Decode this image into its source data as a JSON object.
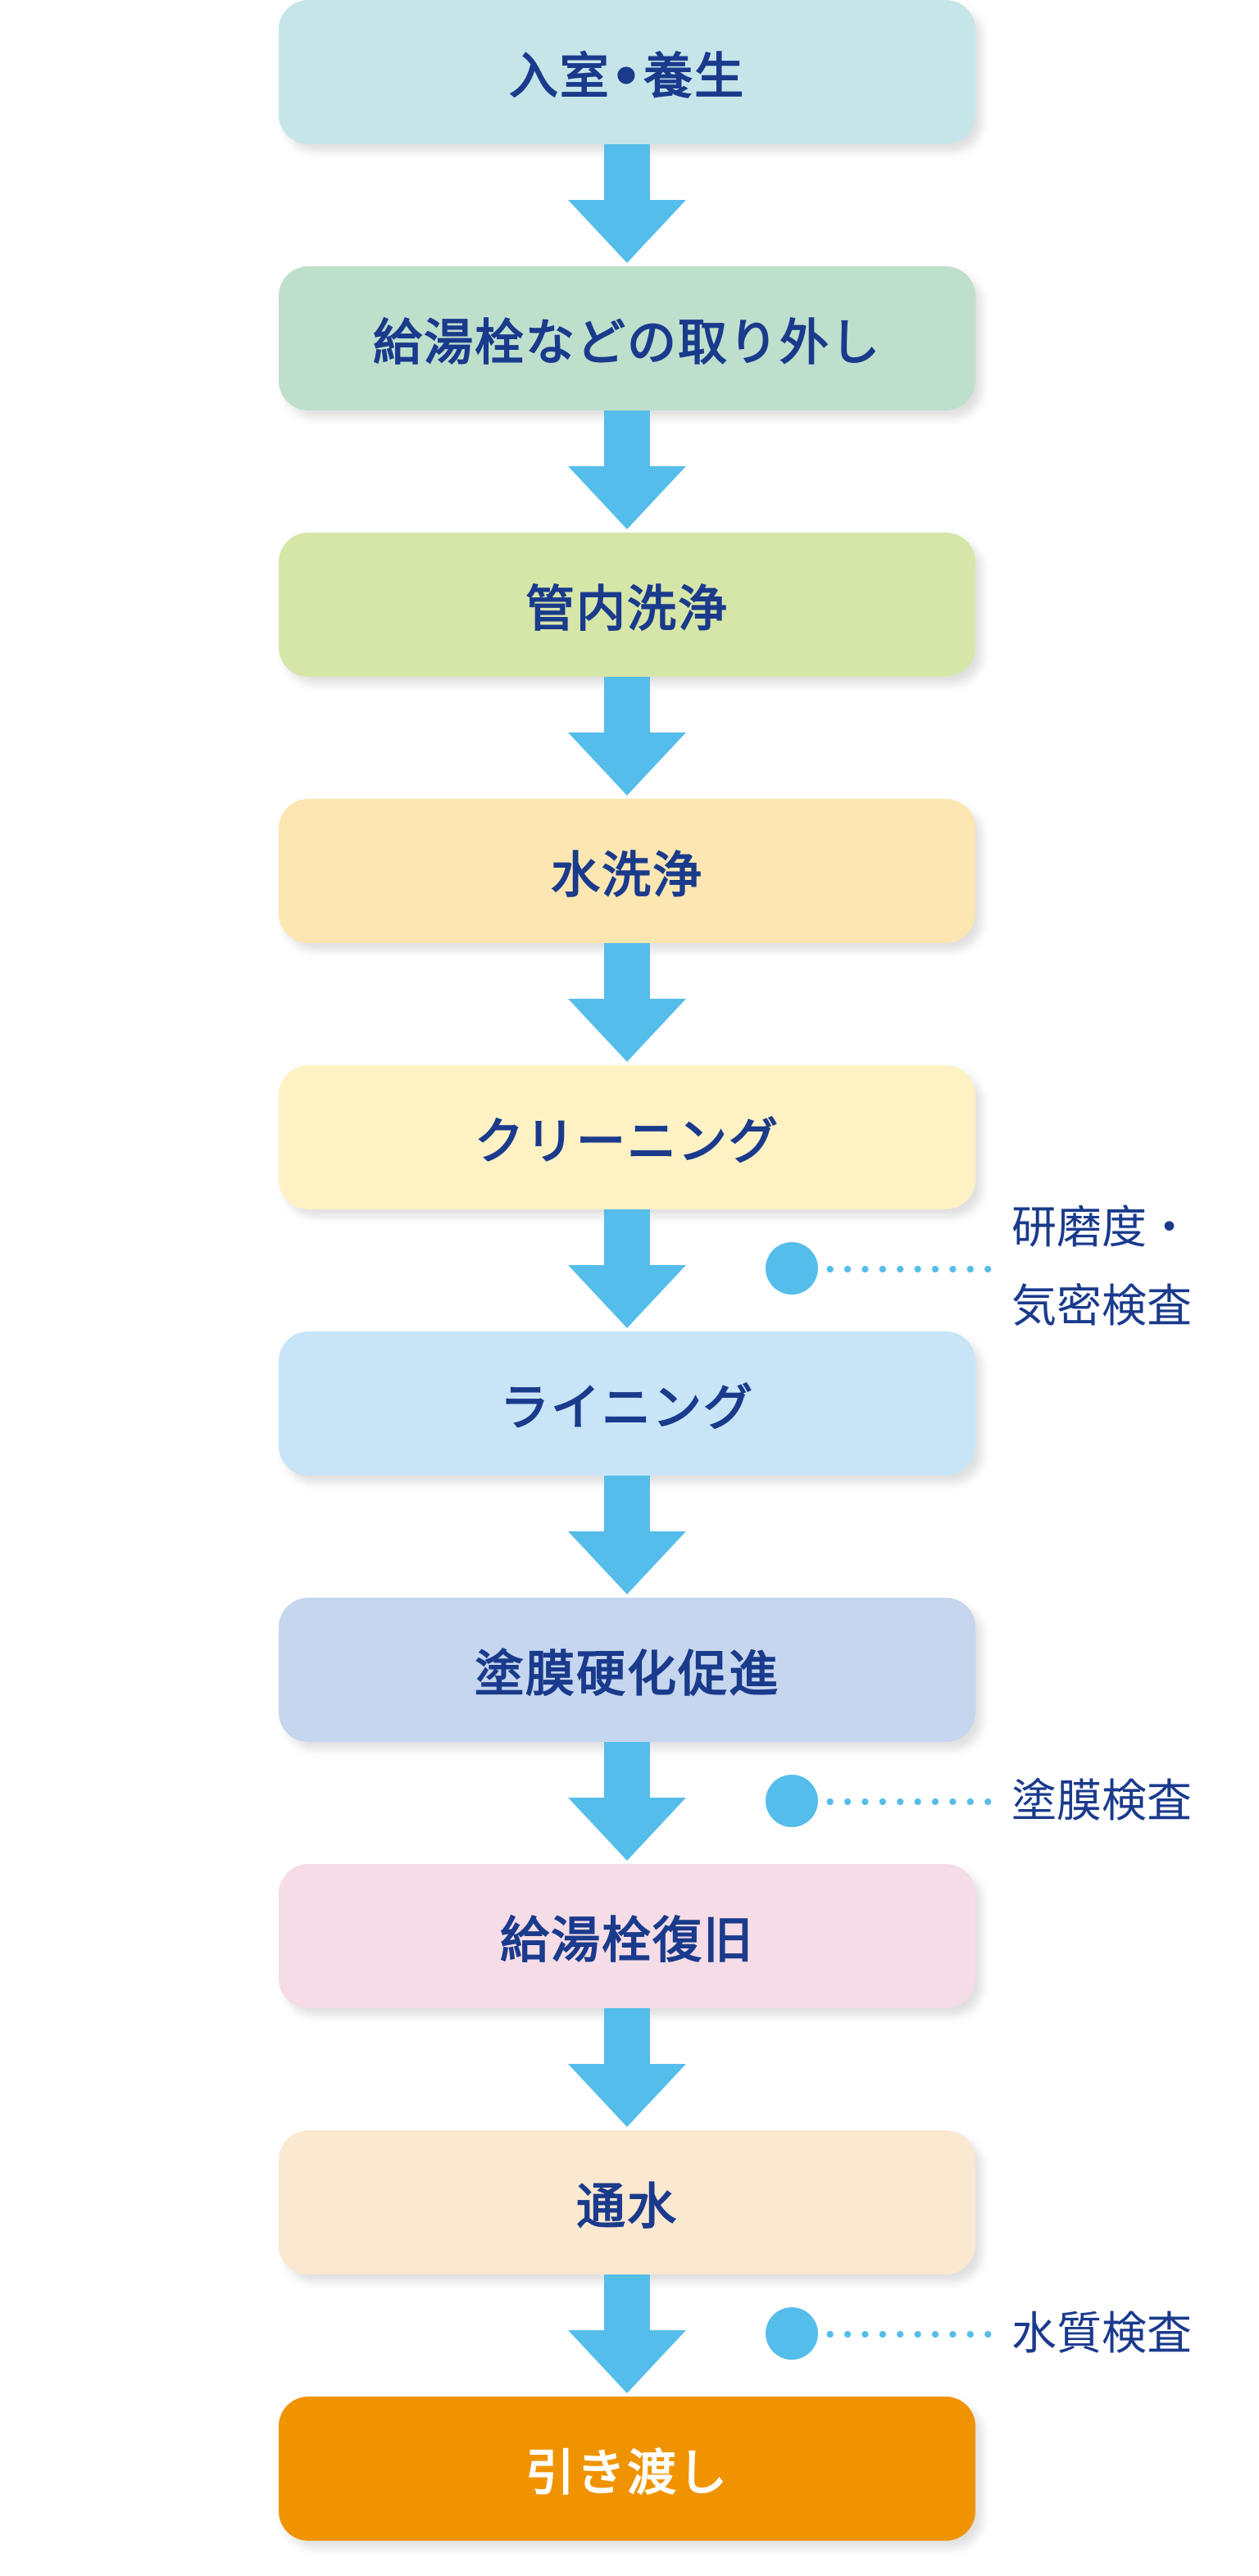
{
  "steps": [
    {
      "label": "入室•養生",
      "color": "#c6e5e9"
    },
    {
      "label": "給湯栓などの取り外し",
      "color": "#bedfcc"
    },
    {
      "label": "管内洗浄",
      "color": "#d6e6a8"
    },
    {
      "label": "水洗浄",
      "color": "#fce6b1"
    },
    {
      "label": "クリーニング",
      "color": "#fef2c5"
    },
    {
      "label": "ライニング",
      "color": "#c8e5f7"
    },
    {
      "label": "塗膜硬化促進",
      "color": "#c5d6ee"
    },
    {
      "label": "給湯栓復旧",
      "color": "#f5dce6"
    },
    {
      "label": "通水",
      "color": "#fbe8d0"
    },
    {
      "label": "引き渡し",
      "color": "#f09300",
      "text_color": "#ffffff"
    }
  ],
  "inspections": [
    {
      "after_step": 5,
      "label": "研磨度・\n気密検査"
    },
    {
      "after_step": 7,
      "label": "塗膜検査"
    },
    {
      "after_step": 9,
      "label": "水質検査"
    }
  ],
  "colors": {
    "arrow": "#55bdea",
    "connector": "#55bdea",
    "step_text": "#1a3a8c",
    "inspection_text": "#1a3a8c"
  }
}
